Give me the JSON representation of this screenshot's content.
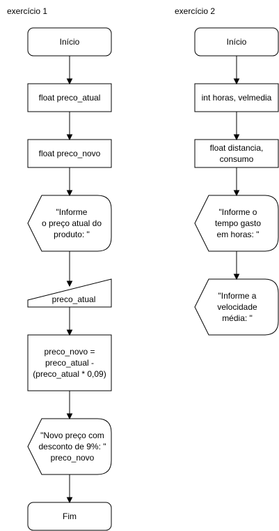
{
  "exercise1": {
    "title": "exercício 1",
    "nodes": {
      "start": [
        "Início"
      ],
      "decl1": [
        "float preco_atual"
      ],
      "decl2": [
        "float preco_novo"
      ],
      "display1": [
        "\"Informe",
        "o preço atual do",
        "produto: \""
      ],
      "input1": [
        "preco_atual"
      ],
      "process1": [
        "preco_novo =",
        "preco_atual -",
        "(preco_atual * 0,09)"
      ],
      "display2": [
        "\"Novo preço com",
        "desconto de 9%: \"",
        "preco_novo"
      ],
      "end": [
        "Fim"
      ]
    }
  },
  "exercise2": {
    "title": "exercício 2",
    "nodes": {
      "start": [
        "Início"
      ],
      "decl1": [
        "int horas, velmedia"
      ],
      "decl2": [
        "float distancia,",
        "consumo"
      ],
      "display1": [
        "\"Informe o",
        "tempo gasto",
        "em horas: \""
      ],
      "display2": [
        "\"Informe a",
        "velocidade",
        "média: \""
      ]
    }
  },
  "colors": {
    "stroke": "#000000",
    "fill": "#ffffff",
    "text": "#000000"
  }
}
